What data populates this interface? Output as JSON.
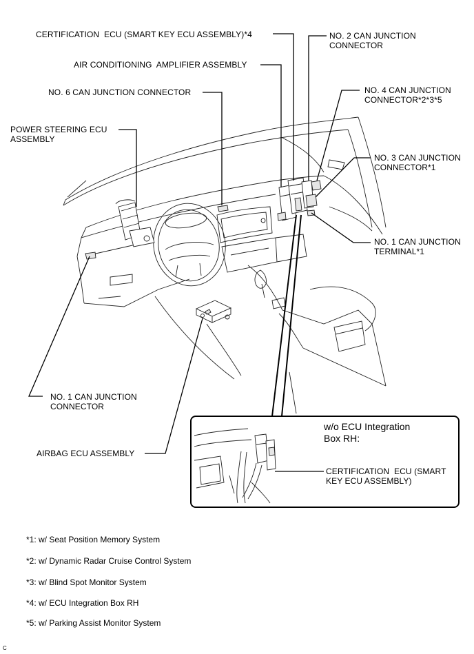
{
  "labels": {
    "certification_ecu": "CERTIFICATION  ECU (SMART KEY ECU ASSEMBLY)*4",
    "no2_can_line1": "NO. 2 CAN JUNCTION",
    "no2_can_line2": "CONNECTOR",
    "air_conditioning": "AIR CONDITIONING  AMPLIFIER ASSEMBLY",
    "no6_can": "NO. 6 CAN JUNCTION CONNECTOR",
    "no4_can_line1": "NO. 4 CAN JUNCTION",
    "no4_can_line2": "CONNECTOR*2*3*5",
    "power_steering_line1": "POWER STEERING ECU",
    "power_steering_line2": "ASSEMBLY",
    "no3_can_line1": "NO. 3 CAN JUNCTION",
    "no3_can_line2": "CONNECTOR*1",
    "no1_can_terminal_line1": "NO. 1 CAN JUNCTION",
    "no1_can_terminal_line2": "TERMINAL*1",
    "no1_can_connector_line1": "NO. 1 CAN JUNCTION",
    "no1_can_connector_line2": "CONNECTOR",
    "airbag_ecu": "AIRBAG ECU ASSEMBLY"
  },
  "inset": {
    "title_line1": "w/o ECU Integration",
    "title_line2": "Box RH:",
    "label_line1": "CERTIFICATION  ECU (SMART",
    "label_line2": "KEY ECU ASSEMBLY)"
  },
  "notes": [
    "*1: w/ Seat Position Memory System",
    "*2: w/ Dynamic Radar Cruise Control System",
    "*3: w/ Blind Spot Monitor System",
    "*4: w/ ECU Integration Box RH",
    "*5: w/ Parking Assist Monitor System"
  ],
  "figure_code": "C",
  "icons": [
    "dashboard-drawing",
    "steering-wheel-drawing",
    "ecu-block-drawing",
    "connector-drawing"
  ]
}
